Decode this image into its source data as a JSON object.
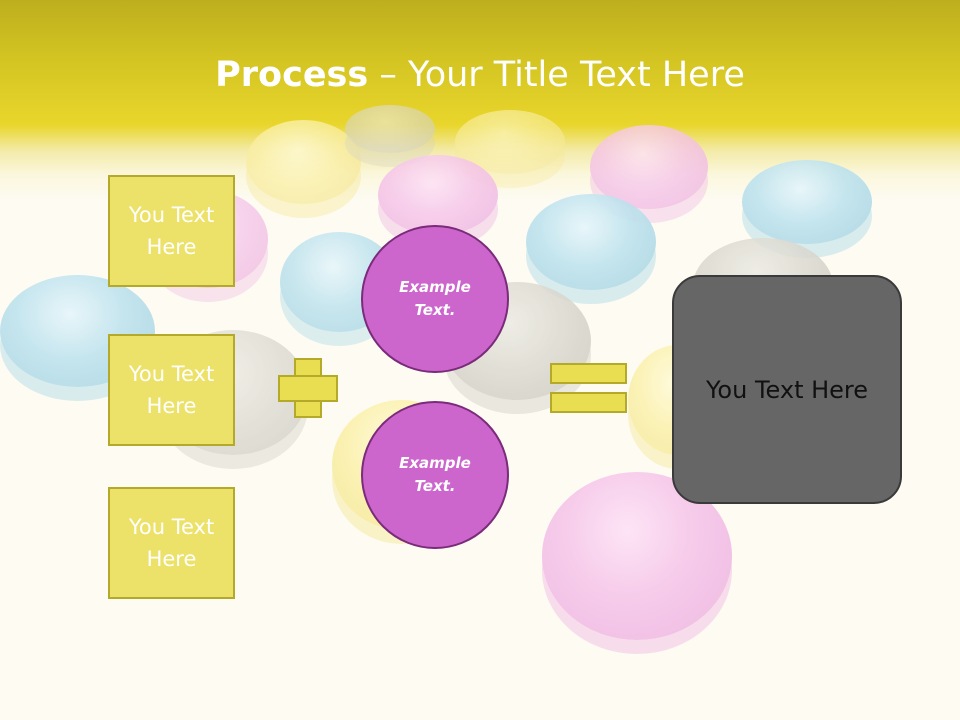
{
  "slide": {
    "title_bold": "Process",
    "title_rest": " – Your Title Text Here"
  },
  "left_boxes": [
    {
      "line1": "You Text",
      "line2": "Here"
    },
    {
      "line1": "You Text",
      "line2": "Here"
    },
    {
      "line1": "You Text",
      "line2": "Here"
    }
  ],
  "circles": [
    {
      "line1": "Example",
      "line2": "Text."
    },
    {
      "line1": "Example",
      "line2": "Text."
    }
  ],
  "result_box": {
    "text": "You Text Here"
  },
  "colors": {
    "header_yellow": "#e9d62c",
    "box_fill": "#ece269",
    "box_border": "#b5a92a",
    "circle_fill": "#cc66cc",
    "circle_border": "#7a2b7a",
    "result_fill": "#666666"
  }
}
